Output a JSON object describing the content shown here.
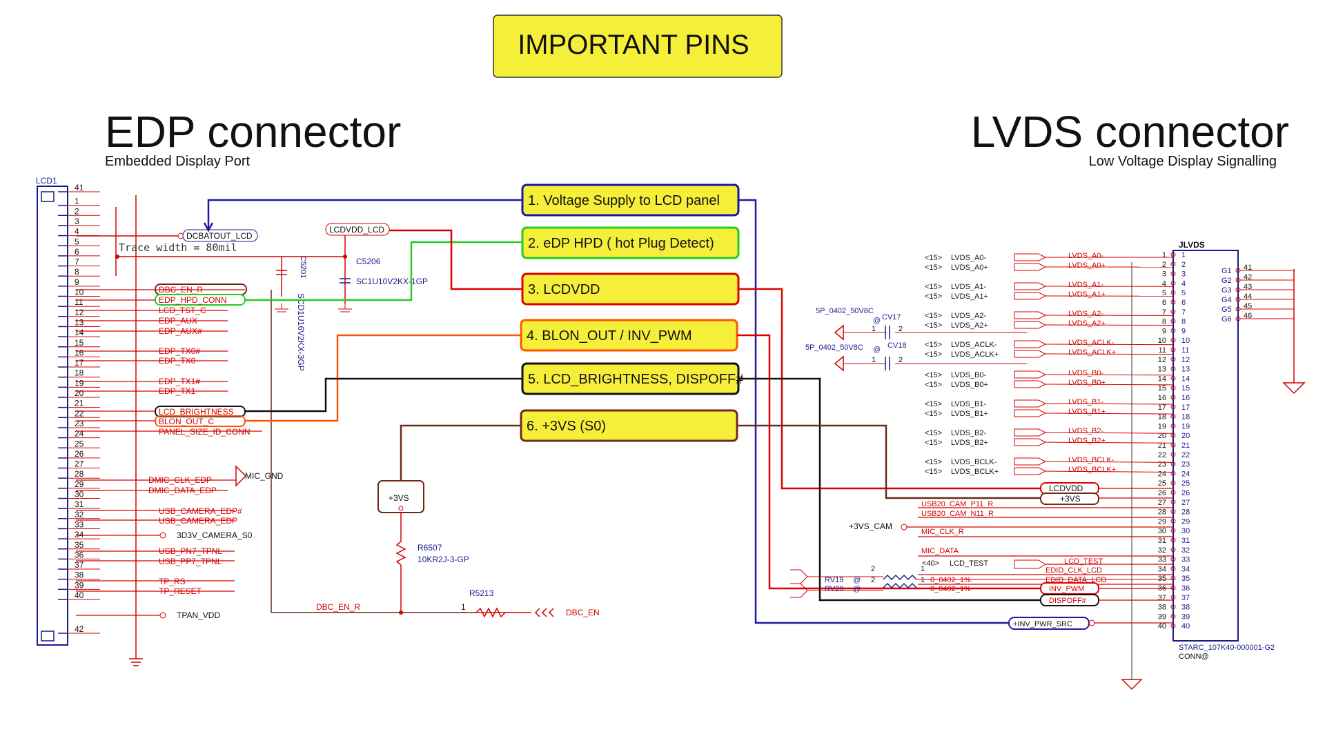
{
  "title": "IMPORTANT PINS",
  "edp": {
    "heading": "EDP connector",
    "subheading": "Embedded Display Port",
    "ref": "LCD1"
  },
  "lvds": {
    "heading": "LVDS connector",
    "subheading": "Low Voltage Display Signalling",
    "ref": "JLVDS",
    "part": "STARC_107K40-000001-G2",
    "conn": "CONN@"
  },
  "callouts": [
    {
      "n": "1",
      "text": "1. Voltage Supply to LCD panel",
      "border": "#1a1aa0"
    },
    {
      "n": "2",
      "text": "2. eDP HPD ( hot Plug Detect)",
      "border": "#22cc22"
    },
    {
      "n": "3",
      "text": "3. LCDVDD",
      "border": "#dd0000"
    },
    {
      "n": "4",
      "text": "4. BLON_OUT / INV_PWM",
      "border": "#ff5500"
    },
    {
      "n": "5",
      "text": "5. LCD_BRIGHTNESS, DISPOFF#",
      "border": "#111111"
    },
    {
      "n": "6",
      "text": "6. +3VS (S0)",
      "border": "#6b2a1a"
    }
  ],
  "edp_pins_top": [
    "41",
    "1",
    "2",
    "3",
    "4",
    "5",
    "6",
    "7",
    "8",
    "9",
    "10",
    "11",
    "12",
    "13",
    "14",
    "15",
    "16",
    "17",
    "18",
    "19",
    "20",
    "21",
    "22",
    "23",
    "24",
    "25",
    "26",
    "27",
    "28",
    "29",
    "30",
    "31",
    "32",
    "33",
    "34",
    "35",
    "36",
    "37",
    "38",
    "39",
    "40",
    "42"
  ],
  "edp_signals": {
    "dbc_en_r": "DBC_EN_R",
    "edp_hpd_conn": "EDP_HPD_CONN",
    "lcd_tst_c": "LCD_TST_C",
    "edp_aux": "EDP_AUX",
    "edp_aux_n": "EDP_AUX#",
    "edp_tx0_n": "EDP_TX0#",
    "edp_tx0": "EDP_TX0",
    "edp_tx1_n": "EDP_TX1#",
    "edp_tx1": "EDP_TX1",
    "lcd_brightness": "LCD_BRIGHTNESS",
    "blon_out_c": "BLON_OUT_C",
    "panel_size": "PANEL_SIZE_ID_CONN",
    "dmic_clk": "DMIC_CLK_EDP",
    "dmic_data": "DMIC_DATA_EDP",
    "usb_cam_n": "USB_CAMERA_EDP#",
    "usb_cam": "USB_CAMERA_EDP",
    "cam_pwr": "3D3V_CAMERA_S0",
    "usb_pn7": "USB_PN7_TPNL",
    "usb_pp7": "USB_PP7_TPNL",
    "tp_rs": "TP_RS",
    "tp_reset": "TP_RESET",
    "tpan_vdd": "TPAN_VDD",
    "mic_gnd": "MIC_GND",
    "dcbatout": "DCBATOUT_LCD",
    "trace": "Trace width = 80mil",
    "lcdvdd_lcd": "LCDVDD_LCD",
    "dbc_en_r2": "DBC_EN_R",
    "dbc_en": "DBC_EN"
  },
  "components": {
    "c5201": "C5201",
    "c5201_val": "SCD1U16V2KX-3GP",
    "c5206": "C5206",
    "c5206_val": "SC1U10V2KX-1GP",
    "r6507": "R6507",
    "r6507_val": "10KR2J-3-GP",
    "r5213": "R5213",
    "p3vs": "+3VS",
    "cv17": "CV17",
    "cv18": "CV18",
    "cv_val1": "5P_0402_50V8C",
    "cv_val2": "5P_0402_50V8C",
    "rv19": "RV19",
    "rv20": "RV20",
    "rv_val1": "0_0402_1%",
    "rv_val2": "0_0402_1%",
    "at": "@"
  },
  "lvds_left": [
    {
      "ref": "<15>",
      "name": "LVDS_A0-"
    },
    {
      "ref": "<15>",
      "name": "LVDS_A0+"
    },
    {
      "ref": "<15>",
      "name": "LVDS_A1-"
    },
    {
      "ref": "<15>",
      "name": "LVDS_A1+"
    },
    {
      "ref": "<15>",
      "name": "LVDS_A2-"
    },
    {
      "ref": "<15>",
      "name": "LVDS_A2+"
    },
    {
      "ref": "<15>",
      "name": "LVDS_ACLK-"
    },
    {
      "ref": "<15>",
      "name": "LVDS_ACLK+"
    },
    {
      "ref": "<15>",
      "name": "LVDS_B0-"
    },
    {
      "ref": "<15>",
      "name": "LVDS_B0+"
    },
    {
      "ref": "<15>",
      "name": "LVDS_B1-"
    },
    {
      "ref": "<15>",
      "name": "LVDS_B1+"
    },
    {
      "ref": "<15>",
      "name": "LVDS_B2-"
    },
    {
      "ref": "<15>",
      "name": "LVDS_B2+"
    },
    {
      "ref": "<15>",
      "name": "LVDS_BCLK-"
    },
    {
      "ref": "<15>",
      "name": "LVDS_BCLK+"
    }
  ],
  "lvds_nets": [
    "LVDS_A0-",
    "LVDS_A0+",
    "LVDS_A1-",
    "LVDS_A1+",
    "LVDS_A2-",
    "LVDS_A2+",
    "LVDS_ACLK-",
    "LVDS_ACLK+",
    "LVDS_B0-",
    "LVDS_B0+",
    "LVDS_B1-",
    "LVDS_B1+",
    "LVDS_B2-",
    "LVDS_B2+",
    "LVDS_BCLK-",
    "LVDS_BCLK+"
  ],
  "lvds_lower": {
    "lcdvdd": "LCDVDD",
    "p3vs": "+3VS",
    "usb_p": "USB20_CAM_P11_R",
    "usb_n": "USB20_CAM_N11_R",
    "p3vs_cam": "+3VS_CAM",
    "mic_clk": "MIC_CLK_R",
    "mic_data": "MIC_DATA",
    "lcd_test_ref": "<40>",
    "lcd_test": "LCD_TEST",
    "lcd_test2": "LCD_TEST",
    "edid_clk": "EDID_CLK_LCD",
    "edid_data": "EDID_DATA_LCD",
    "inv_pwm": "INV_PWM",
    "dispoff": "DISPOFF#",
    "inv_pwr": "+INV_PWR_SRC"
  },
  "lvds_pins_outer": [
    "1",
    "2",
    "3",
    "4",
    "5",
    "6",
    "7",
    "8",
    "9",
    "10",
    "11",
    "12",
    "13",
    "14",
    "15",
    "16",
    "17",
    "18",
    "19",
    "20",
    "21",
    "22",
    "23",
    "24",
    "25",
    "26",
    "27",
    "28",
    "29",
    "30",
    "31",
    "32",
    "33",
    "34",
    "35",
    "36",
    "37",
    "38",
    "39",
    "40"
  ],
  "lvds_pins_inner": [
    "1",
    "2",
    "3",
    "4",
    "5",
    "6",
    "7",
    "8",
    "9",
    "10",
    "11",
    "12",
    "13",
    "14",
    "15",
    "16",
    "17",
    "18",
    "19",
    "20",
    "21",
    "22",
    "23",
    "24",
    "25",
    "26",
    "27",
    "28",
    "29",
    "30",
    "31",
    "32",
    "33",
    "34",
    "35",
    "36",
    "37",
    "38",
    "39",
    "40"
  ],
  "lvds_g": [
    {
      "g": "G1",
      "n": "41"
    },
    {
      "g": "G2",
      "n": "42"
    },
    {
      "g": "G3",
      "n": "43"
    },
    {
      "g": "G4",
      "n": "44"
    },
    {
      "g": "G5",
      "n": "45"
    },
    {
      "g": "G6",
      "n": "46"
    }
  ],
  "misc_pins": {
    "p1": "1",
    "p2": "2",
    "p1b": "1",
    "p2b": "2",
    "p1c": "1",
    "p2c": "2",
    "p1d": "1",
    "p2d": "2",
    "p1e": "1",
    "p2e": "2",
    "p1f": "1",
    "p2f": "2",
    "p1g": "1",
    "p2g": "2",
    "p1h": "1",
    "p2h": "2",
    "p1i": "1",
    "p1j": "1",
    "p2j": "2"
  }
}
